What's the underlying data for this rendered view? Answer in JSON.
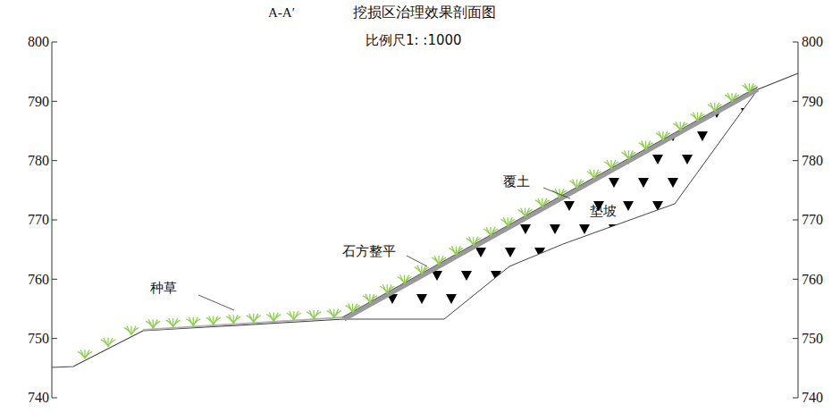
{
  "diagram": {
    "title": "挖损区治理效果剖面图",
    "labels": [
      "A-A′",
      "比例尺1: :1000",
      "800",
      "790",
      "780",
      "770",
      "760",
      "750",
      "740",
      "800",
      "790",
      "780",
      "770",
      "760",
      "750",
      "740",
      "种草",
      "石方整平",
      "覆土",
      "垫坡"
    ]
  }
}
